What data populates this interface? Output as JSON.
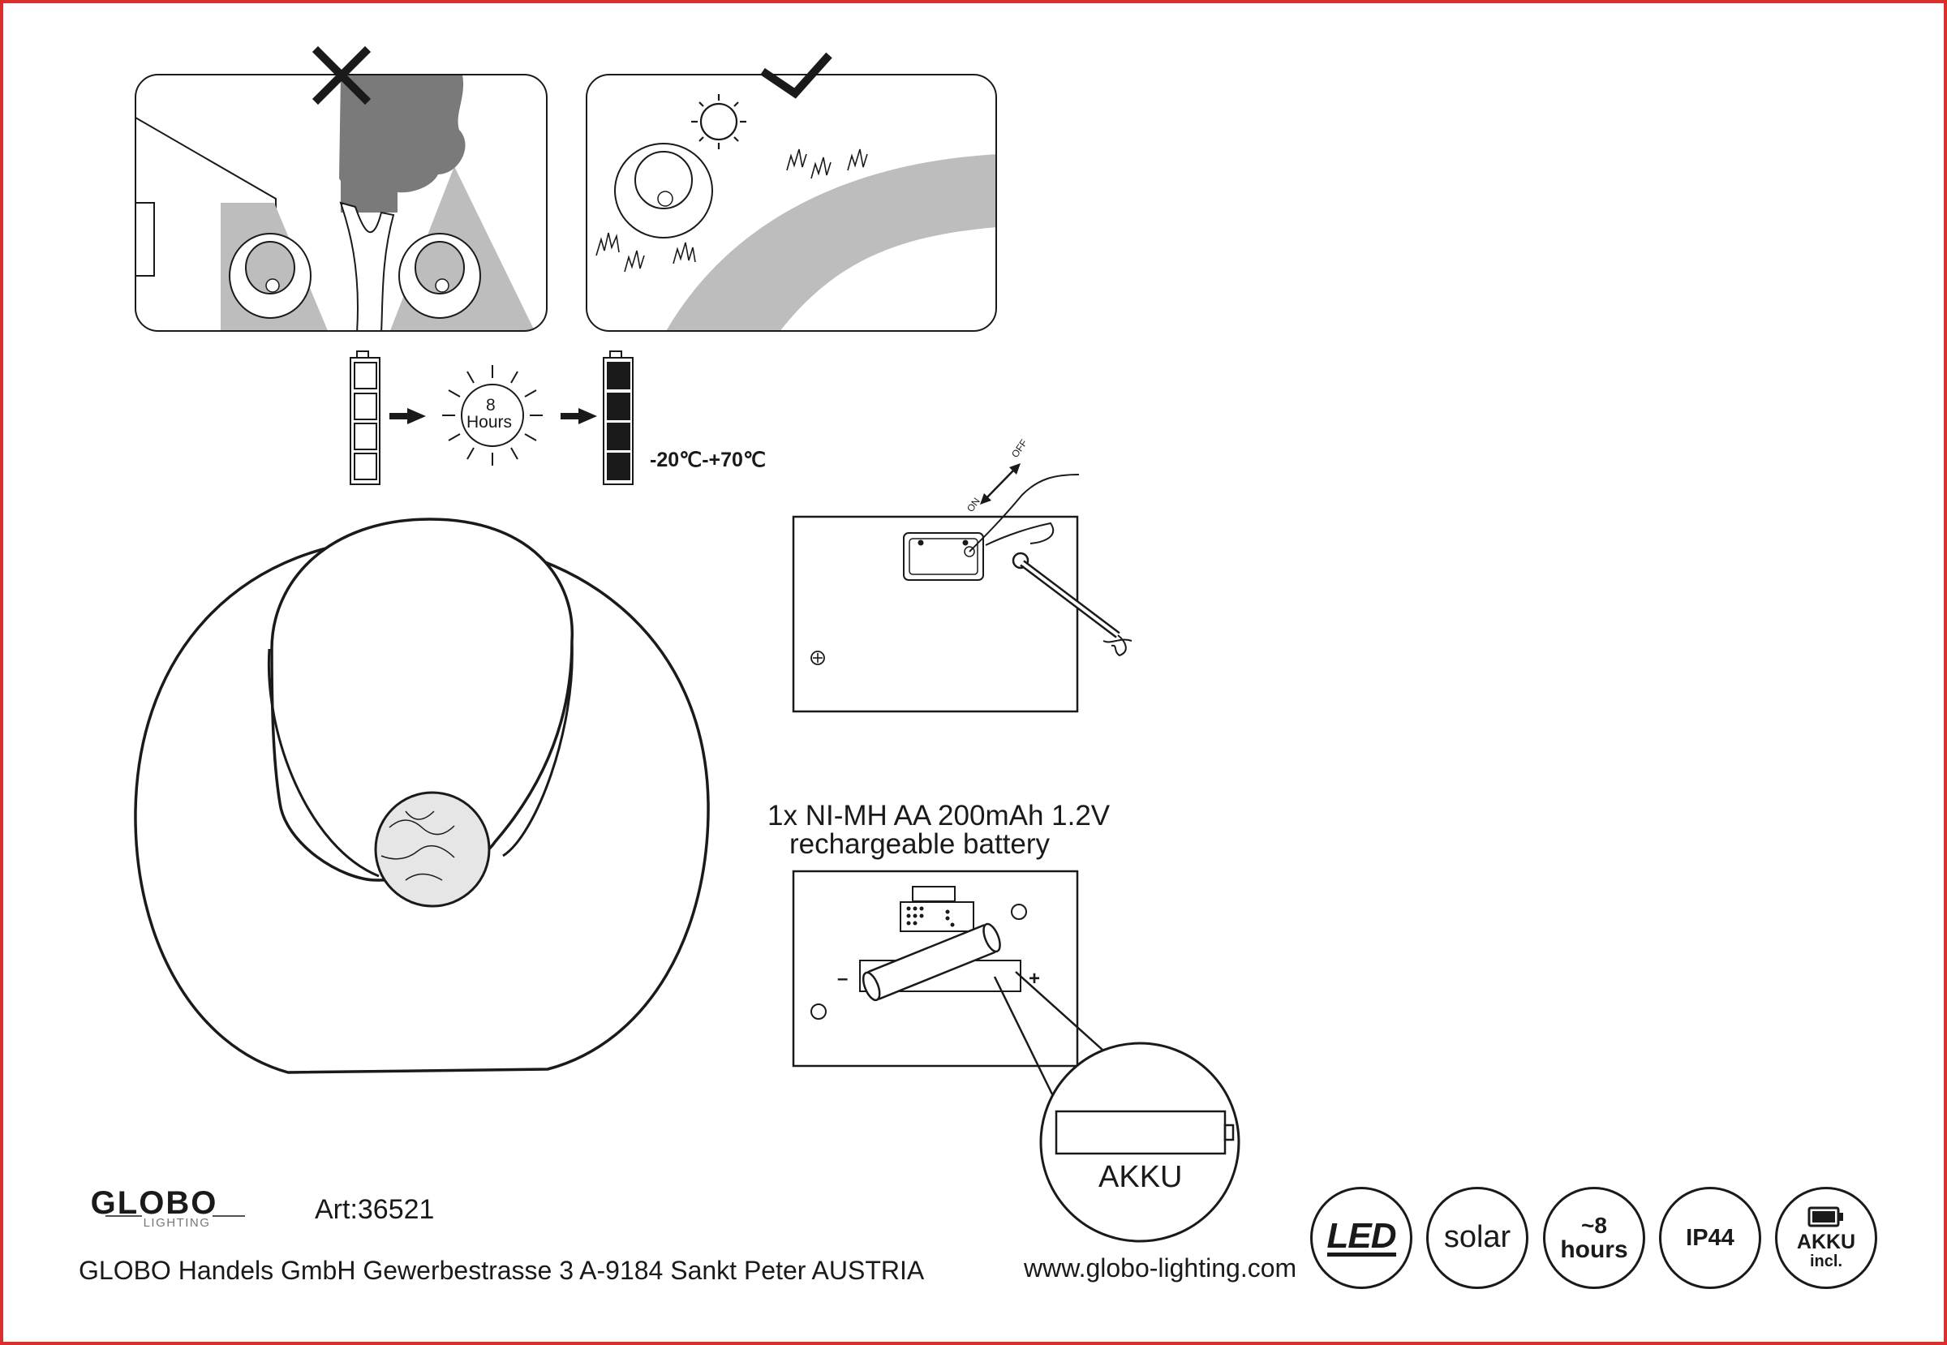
{
  "instructions": {
    "charge_time": {
      "number": "8",
      "unit": "Hours"
    },
    "temperature_range": "-20℃-+70℃",
    "switch_labels": {
      "on": "ON",
      "off": "OFF"
    }
  },
  "battery": {
    "spec_line1": "1x NI-MH AA 200mAh 1.2V",
    "spec_line2": "rechargeable battery",
    "minus": "–",
    "plus": "+",
    "callout_label": "AKKU"
  },
  "footer": {
    "brand": "GLOBO",
    "brand_sub": "LIGHTING",
    "article": "Art:36521",
    "address": "GLOBO Handels GmbH  Gewerbestrasse 3  A-9184 Sankt Peter  AUSTRIA",
    "website": "www.globo-lighting.com"
  },
  "badges": [
    {
      "id": "led",
      "line1": "LED",
      "line2": ""
    },
    {
      "id": "solar",
      "line1": "solar",
      "line2": ""
    },
    {
      "id": "hours",
      "line1": "~8",
      "line2": "hours"
    },
    {
      "id": "ip",
      "line1": "IP44",
      "line2": ""
    },
    {
      "id": "akku",
      "line1": "AKKU",
      "line2": "incl."
    }
  ],
  "colors": {
    "frame": "#d9302e",
    "gray_dark": "#7a7a7a",
    "gray_light": "#bfbfbf",
    "ink": "#1a1a1a"
  }
}
